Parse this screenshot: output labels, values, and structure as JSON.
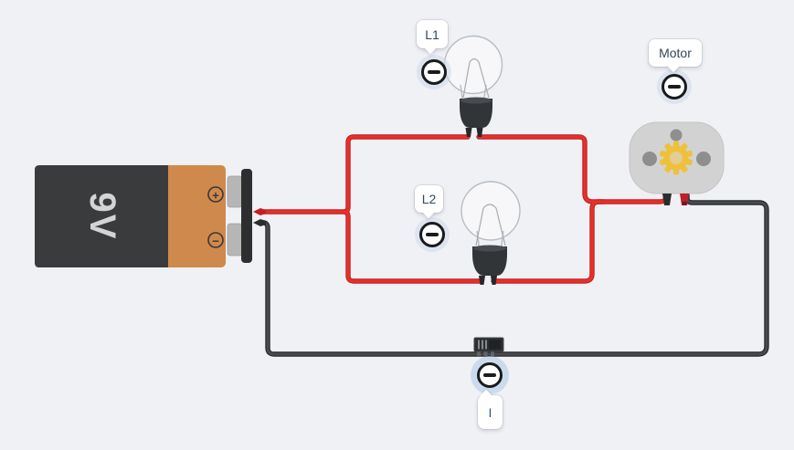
{
  "app": "circuit-canvas",
  "battery": {
    "voltage": "9V",
    "positive_symbol": "+",
    "negative_symbol": "−"
  },
  "labels": {
    "bulb1": "L1",
    "bulb2": "L2",
    "motor": "Motor",
    "switch": "I"
  },
  "icons": {
    "annotation": "minus-icon"
  },
  "colors": {
    "background": "#f0f1f5",
    "wire_red": "#e02528",
    "wire_black": "#3c4043",
    "battery_dark": "#3a3b3d",
    "battery_orange": "#d0894c",
    "motor_body": "#d2d2d2",
    "gear_yellow": "#efc13b",
    "label_text": "#33475e"
  }
}
